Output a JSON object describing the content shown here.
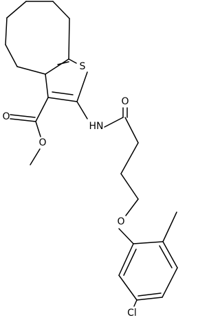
{
  "atoms": {
    "sulfur": "S",
    "amide_nitrogen": "HN",
    "amide_oxygen": "O",
    "ester_carbonyl_oxygen": "O",
    "ester_ether_oxygen": "O",
    "aryl_ether_oxygen": "O",
    "chlorine": "Cl"
  },
  "colors": {
    "bond": "#000000",
    "label": "#000000",
    "background": "#ffffff"
  }
}
